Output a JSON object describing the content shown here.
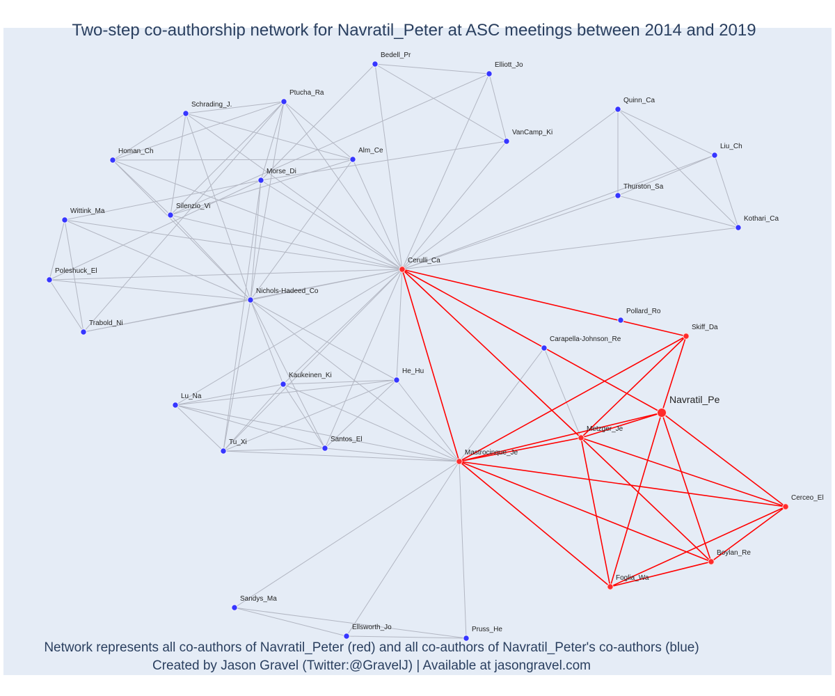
{
  "title": "Two-step co-authorship network for Navratil_Peter at ASC meetings between 2014 and 2019",
  "caption": {
    "line1": "Network represents all co-authors of Navratil_Peter (red) and all co-authors of Navratil_Peter's co-authors (blue)",
    "line2": "Created by Jason Gravel (Twitter:@GravelJ) | Available at jasongravel.com"
  },
  "colors": {
    "background": "#e5ecf6",
    "coauthor": "#ff0000",
    "second_step": "#3636ff",
    "text": "#2a3f5f"
  },
  "nodes": [
    {
      "id": "Bedell_Pr",
      "label": "Bedell_Pr",
      "group": "blue"
    },
    {
      "id": "Elliott_Jo",
      "label": "Elliott_Jo",
      "group": "blue"
    },
    {
      "id": "Ptucha_Ra",
      "label": "Ptucha_Ra",
      "group": "blue"
    },
    {
      "id": "Schrading_J",
      "label": "Schrading_J.",
      "group": "blue"
    },
    {
      "id": "VanCamp_Ki",
      "label": "VanCamp_Ki",
      "group": "blue"
    },
    {
      "id": "Quinn_Ca",
      "label": "Quinn_Ca",
      "group": "blue"
    },
    {
      "id": "Homan_Ch",
      "label": "Homan_Ch",
      "group": "blue"
    },
    {
      "id": "Alm_Ce",
      "label": "Alm_Ce",
      "group": "blue"
    },
    {
      "id": "Liu_Ch",
      "label": "Liu_Ch",
      "group": "blue"
    },
    {
      "id": "Morse_Di",
      "label": "Morse_Di",
      "group": "blue"
    },
    {
      "id": "Thurston_Sa",
      "label": "Thurston_Sa",
      "group": "blue"
    },
    {
      "id": "Silenzio_Vi",
      "label": "Silenzio_Vi",
      "group": "blue"
    },
    {
      "id": "Wittink_Ma",
      "label": "Wittink_Ma",
      "group": "blue"
    },
    {
      "id": "Kothari_Ca",
      "label": "Kothari_Ca",
      "group": "blue"
    },
    {
      "id": "Poleshuck_El",
      "label": "Poleshuck_El",
      "group": "blue"
    },
    {
      "id": "Cerulli_Ca",
      "label": "Cerulli_Ca",
      "group": "red"
    },
    {
      "id": "Nichols-Hadeed_Co",
      "label": "Nichols-Hadeed_Co",
      "group": "blue"
    },
    {
      "id": "Pollard_Ro",
      "label": "Pollard_Ro",
      "group": "blue"
    },
    {
      "id": "Trabold_Ni",
      "label": "Trabold_Ni",
      "group": "blue"
    },
    {
      "id": "Skiff_Da",
      "label": "Skiff_Da",
      "group": "red"
    },
    {
      "id": "Carapella-Johnson_Re",
      "label": "Carapella-Johnson_Re",
      "group": "blue"
    },
    {
      "id": "Kaukeinen_Ki",
      "label": "Kaukeinen_Ki",
      "group": "blue"
    },
    {
      "id": "He_Hu",
      "label": "He_Hu",
      "group": "blue"
    },
    {
      "id": "Navratil_Pe",
      "label": "Navratil_Pe",
      "group": "red",
      "focal": true
    },
    {
      "id": "Lu_Na",
      "label": "Lu_Na",
      "group": "blue"
    },
    {
      "id": "Metzger_Je",
      "label": "Metzger_Je",
      "group": "red"
    },
    {
      "id": "Santos_El",
      "label": "Santos_El",
      "group": "blue"
    },
    {
      "id": "Tu_Xi",
      "label": "Tu_Xi",
      "group": "blue"
    },
    {
      "id": "Mastrocinque_Je",
      "label": "Mastrocinque_Je",
      "group": "red"
    },
    {
      "id": "Cerceo_El",
      "label": "Cerceo_El",
      "group": "red"
    },
    {
      "id": "Boylan_Re",
      "label": "Boylan_Re",
      "group": "red"
    },
    {
      "id": "Foglia_Wa",
      "label": "Foglia_Wa",
      "group": "red"
    },
    {
      "id": "Sandys_Ma",
      "label": "Sandys_Ma",
      "group": "blue"
    },
    {
      "id": "Ellsworth_Jo",
      "label": "Ellsworth_Jo",
      "group": "blue"
    },
    {
      "id": "Pruss_He",
      "label": "Pruss_He",
      "group": "blue"
    }
  ],
  "edges": [
    [
      "Bedell_Pr",
      "Elliott_Jo",
      "blue"
    ],
    [
      "Bedell_Pr",
      "VanCamp_Ki",
      "blue"
    ],
    [
      "Bedell_Pr",
      "Cerulli_Ca",
      "blue"
    ],
    [
      "Bedell_Pr",
      "Morse_Di",
      "blue"
    ],
    [
      "Elliott_Jo",
      "VanCamp_Ki",
      "blue"
    ],
    [
      "Elliott_Jo",
      "Cerulli_Ca",
      "blue"
    ],
    [
      "Elliott_Jo",
      "Silenzio_Vi",
      "blue"
    ],
    [
      "VanCamp_Ki",
      "Cerulli_Ca",
      "blue"
    ],
    [
      "VanCamp_Ki",
      "Morse_Di",
      "blue"
    ],
    [
      "Ptucha_Ra",
      "Schrading_J",
      "blue"
    ],
    [
      "Ptucha_Ra",
      "Homan_Ch",
      "blue"
    ],
    [
      "Ptucha_Ra",
      "Alm_Ce",
      "blue"
    ],
    [
      "Ptucha_Ra",
      "Silenzio_Vi",
      "blue"
    ],
    [
      "Ptucha_Ra",
      "Nichols-Hadeed_Co",
      "blue"
    ],
    [
      "Ptucha_Ra",
      "Cerulli_Ca",
      "blue"
    ],
    [
      "Ptucha_Ra",
      "Trabold_Ni",
      "blue"
    ],
    [
      "Ptucha_Ra",
      "Morse_Di",
      "blue"
    ],
    [
      "Schrading_J",
      "Homan_Ch",
      "blue"
    ],
    [
      "Schrading_J",
      "Alm_Ce",
      "blue"
    ],
    [
      "Schrading_J",
      "Silenzio_Vi",
      "blue"
    ],
    [
      "Schrading_J",
      "Nichols-Hadeed_Co",
      "blue"
    ],
    [
      "Schrading_J",
      "Cerulli_Ca",
      "blue"
    ],
    [
      "Homan_Ch",
      "Alm_Ce",
      "blue"
    ],
    [
      "Homan_Ch",
      "Silenzio_Vi",
      "blue"
    ],
    [
      "Homan_Ch",
      "Nichols-Hadeed_Co",
      "blue"
    ],
    [
      "Homan_Ch",
      "Cerulli_Ca",
      "blue"
    ],
    [
      "Alm_Ce",
      "Silenzio_Vi",
      "blue"
    ],
    [
      "Alm_Ce",
      "Nichols-Hadeed_Co",
      "blue"
    ],
    [
      "Alm_Ce",
      "Cerulli_Ca",
      "blue"
    ],
    [
      "Silenzio_Vi",
      "Nichols-Hadeed_Co",
      "blue"
    ],
    [
      "Silenzio_Vi",
      "Cerulli_Ca",
      "blue"
    ],
    [
      "Morse_Di",
      "Wittink_Ma",
      "blue"
    ],
    [
      "Morse_Di",
      "Cerulli_Ca",
      "blue"
    ],
    [
      "Morse_Di",
      "Nichols-Hadeed_Co",
      "blue"
    ],
    [
      "Morse_Di",
      "Poleshuck_El",
      "blue"
    ],
    [
      "Morse_Di",
      "Tu_Xi",
      "blue"
    ],
    [
      "Quinn_Ca",
      "Liu_Ch",
      "blue"
    ],
    [
      "Quinn_Ca",
      "Thurston_Sa",
      "blue"
    ],
    [
      "Quinn_Ca",
      "Kothari_Ca",
      "blue"
    ],
    [
      "Quinn_Ca",
      "Cerulli_Ca",
      "blue"
    ],
    [
      "Liu_Ch",
      "Thurston_Sa",
      "blue"
    ],
    [
      "Liu_Ch",
      "Kothari_Ca",
      "blue"
    ],
    [
      "Liu_Ch",
      "Cerulli_Ca",
      "blue"
    ],
    [
      "Thurston_Sa",
      "Kothari_Ca",
      "blue"
    ],
    [
      "Thurston_Sa",
      "Cerulli_Ca",
      "blue"
    ],
    [
      "Kothari_Ca",
      "Cerulli_Ca",
      "blue"
    ],
    [
      "Wittink_Ma",
      "Poleshuck_El",
      "blue"
    ],
    [
      "Wittink_Ma",
      "Trabold_Ni",
      "blue"
    ],
    [
      "Wittink_Ma",
      "Nichols-Hadeed_Co",
      "blue"
    ],
    [
      "Wittink_Ma",
      "Cerulli_Ca",
      "blue"
    ],
    [
      "Poleshuck_El",
      "Trabold_Ni",
      "blue"
    ],
    [
      "Poleshuck_El",
      "Nichols-Hadeed_Co",
      "blue"
    ],
    [
      "Poleshuck_El",
      "Cerulli_Ca",
      "blue"
    ],
    [
      "Trabold_Ni",
      "Nichols-Hadeed_Co",
      "blue"
    ],
    [
      "Trabold_Ni",
      "Cerulli_Ca",
      "blue"
    ],
    [
      "Nichols-Hadeed_Co",
      "Cerulli_Ca",
      "blue"
    ],
    [
      "Nichols-Hadeed_Co",
      "Kaukeinen_Ki",
      "blue"
    ],
    [
      "Nichols-Hadeed_Co",
      "Santos_El",
      "blue"
    ],
    [
      "Nichols-Hadeed_Co",
      "Tu_Xi",
      "blue"
    ],
    [
      "Nichols-Hadeed_Co",
      "He_Hu",
      "blue"
    ],
    [
      "Nichols-Hadeed_Co",
      "Mastrocinque_Je",
      "blue"
    ],
    [
      "Cerulli_Ca",
      "Lu_Na",
      "blue"
    ],
    [
      "Cerulli_Ca",
      "Kaukeinen_Ki",
      "blue"
    ],
    [
      "Cerulli_Ca",
      "Tu_Xi",
      "blue"
    ],
    [
      "Cerulli_Ca",
      "Santos_El",
      "blue"
    ],
    [
      "Cerulli_Ca",
      "He_Hu",
      "blue"
    ],
    [
      "Kaukeinen_Ki",
      "Lu_Na",
      "blue"
    ],
    [
      "Kaukeinen_Ki",
      "He_Hu",
      "blue"
    ],
    [
      "Kaukeinen_Ki",
      "Tu_Xi",
      "blue"
    ],
    [
      "Kaukeinen_Ki",
      "Santos_El",
      "blue"
    ],
    [
      "Kaukeinen_Ki",
      "Mastrocinque_Je",
      "blue"
    ],
    [
      "He_Hu",
      "Lu_Na",
      "blue"
    ],
    [
      "He_Hu",
      "Tu_Xi",
      "blue"
    ],
    [
      "He_Hu",
      "Santos_El",
      "blue"
    ],
    [
      "He_Hu",
      "Mastrocinque_Je",
      "blue"
    ],
    [
      "Lu_Na",
      "Tu_Xi",
      "blue"
    ],
    [
      "Lu_Na",
      "Santos_El",
      "blue"
    ],
    [
      "Lu_Na",
      "Mastrocinque_Je",
      "blue"
    ],
    [
      "Tu_Xi",
      "Santos_El",
      "blue"
    ],
    [
      "Tu_Xi",
      "Mastrocinque_Je",
      "blue"
    ],
    [
      "Santos_El",
      "Mastrocinque_Je",
      "blue"
    ],
    [
      "Carapella-Johnson_Re",
      "Mastrocinque_Je",
      "blue"
    ],
    [
      "Carapella-Johnson_Re",
      "Metzger_Je",
      "blue"
    ],
    [
      "Mastrocinque_Je",
      "Sandys_Ma",
      "blue"
    ],
    [
      "Mastrocinque_Je",
      "Ellsworth_Jo",
      "blue"
    ],
    [
      "Mastrocinque_Je",
      "Pruss_He",
      "blue"
    ],
    [
      "Sandys_Ma",
      "Ellsworth_Jo",
      "blue"
    ],
    [
      "Sandys_Ma",
      "Pruss_He",
      "blue"
    ],
    [
      "Ellsworth_Jo",
      "Pruss_He",
      "blue"
    ],
    [
      "Navratil_Pe",
      "Cerulli_Ca",
      "red"
    ],
    [
      "Navratil_Pe",
      "Skiff_Da",
      "red"
    ],
    [
      "Navratil_Pe",
      "Mastrocinque_Je",
      "red"
    ],
    [
      "Navratil_Pe",
      "Metzger_Je",
      "red"
    ],
    [
      "Navratil_Pe",
      "Cerceo_El",
      "red"
    ],
    [
      "Navratil_Pe",
      "Boylan_Re",
      "red"
    ],
    [
      "Navratil_Pe",
      "Foglia_Wa",
      "red"
    ],
    [
      "Cerulli_Ca",
      "Skiff_Da",
      "red"
    ],
    [
      "Cerulli_Ca",
      "Mastrocinque_Je",
      "red"
    ],
    [
      "Cerulli_Ca",
      "Metzger_Je",
      "red"
    ],
    [
      "Skiff_Da",
      "Mastrocinque_Je",
      "red"
    ],
    [
      "Skiff_Da",
      "Metzger_Je",
      "red"
    ],
    [
      "Mastrocinque_Je",
      "Metzger_Je",
      "red"
    ],
    [
      "Mastrocinque_Je",
      "Cerceo_El",
      "red"
    ],
    [
      "Mastrocinque_Je",
      "Boylan_Re",
      "red"
    ],
    [
      "Mastrocinque_Je",
      "Foglia_Wa",
      "red"
    ],
    [
      "Metzger_Je",
      "Cerceo_El",
      "red"
    ],
    [
      "Metzger_Je",
      "Boylan_Re",
      "red"
    ],
    [
      "Metzger_Je",
      "Foglia_Wa",
      "red"
    ],
    [
      "Cerceo_El",
      "Boylan_Re",
      "red"
    ],
    [
      "Cerceo_El",
      "Foglia_Wa",
      "red"
    ],
    [
      "Boylan_Re",
      "Foglia_Wa",
      "red"
    ]
  ]
}
